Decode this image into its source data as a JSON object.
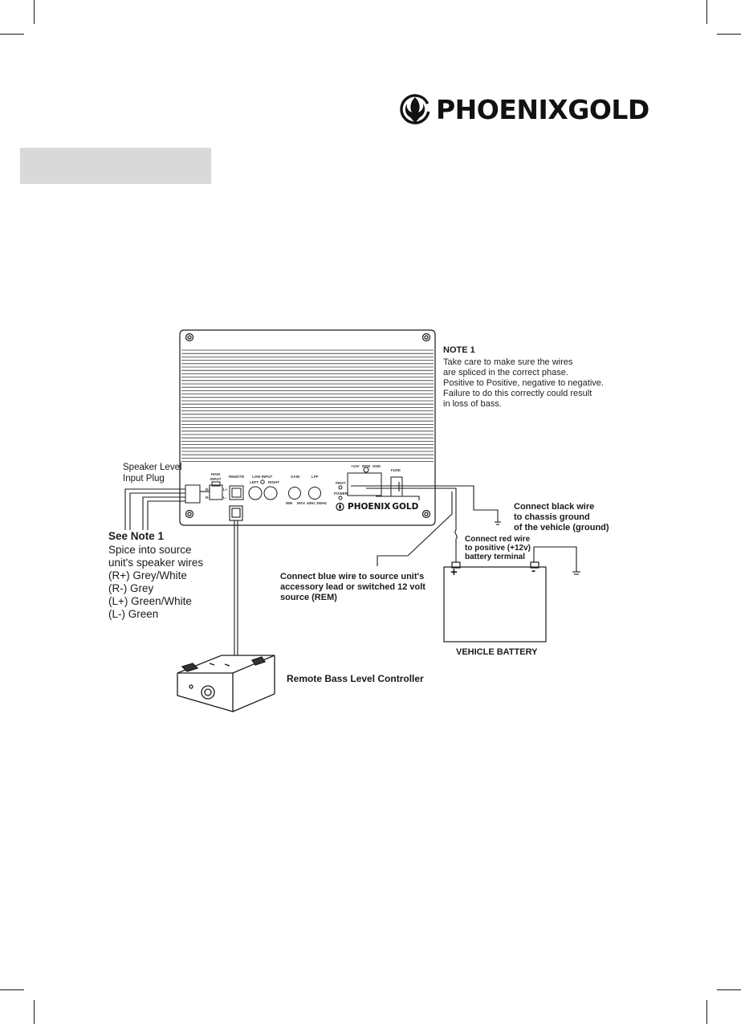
{
  "brand": {
    "name": "PHOENIX",
    "name2": "GOLD"
  },
  "note1": {
    "title": "NOTE 1",
    "lines": [
      "Take care to make sure the wires",
      "are spliced in the correct phase.",
      "Positive to Positive, negative to negative.",
      "Failure to do this correctly could result",
      "in loss of bass."
    ]
  },
  "speaker_level": {
    "line1": "Speaker Level",
    "line2": "Input Plug"
  },
  "see_note": "See Note 1",
  "splice_lines": [
    "Spice into source",
    "unit's speaker wires",
    "(R+) Grey/White",
    "(R-) Grey",
    "(L+) Green/White",
    "(L-) Green"
  ],
  "ground": {
    "line1": "Connect black wire",
    "line2": "to chassis ground",
    "line3": "of the vehicle (ground)"
  },
  "red_wire": {
    "line1": "Connect red wire",
    "line2": "to positive (+12v)",
    "line3": "battery terminal"
  },
  "blue_wire": {
    "line1": "Connect blue wire to source unit's",
    "line2": "accessory lead or switched 12 volt",
    "line3": "source (REM)"
  },
  "battery": {
    "label": "VEHICLE BATTERY",
    "plus": "+",
    "minus": "-"
  },
  "remote": {
    "label": "Remote Bass Level Controller"
  },
  "panel": {
    "high_input": "HIGH",
    "high_input2": "INPUT",
    "remote": "REMOTE",
    "low_input": "LOW INPUT",
    "left": "LEFT",
    "right": "RIGHT",
    "gain": "GAIN",
    "lpf": "LPF",
    "min": "MIN",
    "max": "MAX",
    "hz40": "40Hz",
    "hz250": "250Hz",
    "v12": "+12V",
    "rem": "REM",
    "gnd": "GND",
    "fuse": "FUSE",
    "prot": "PROT",
    "power": "POWER",
    "rp": "R+",
    "rm": "R-",
    "lp": "L+",
    "lm": "L-"
  }
}
